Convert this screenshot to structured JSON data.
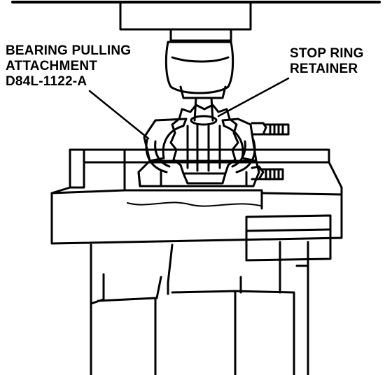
{
  "labels": {
    "bearing_pulling_attachment": {
      "line1": "BEARING PULLING",
      "line2": "ATTACHMENT",
      "line3": "D84L-1122-A"
    },
    "stop_ring_retainer": {
      "line1": "STOP RING",
      "line2": "RETAINER"
    }
  },
  "colors": {
    "ink": "#000000",
    "paper": "#ffffff"
  }
}
